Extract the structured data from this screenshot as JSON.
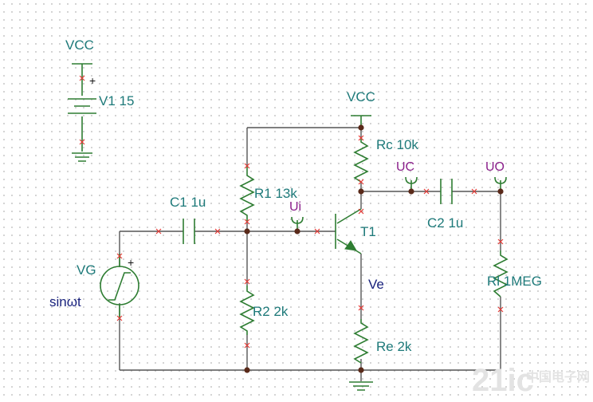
{
  "supply": {
    "label": "VCC",
    "source_name": "V1 15",
    "plus": "+"
  },
  "collector_supply": {
    "label": "VCC"
  },
  "components": {
    "rc": "Rc 10k",
    "r1": "R1 13k",
    "r2": "R2 2k",
    "re": "Re 2k",
    "c1": "C1 1u",
    "c2": "C2 1u",
    "rl": "Rl 1MEG",
    "t1": "T1"
  },
  "generator": {
    "name": "VG",
    "plus": "+",
    "signal": "sinωt"
  },
  "probes": {
    "ui": "Ui",
    "uc": "UC",
    "uo": "UO"
  },
  "nodes": {
    "ve": "Ve"
  },
  "watermark": {
    "brand": "21ic",
    "sub": "中国电子网"
  },
  "colors": {
    "component": "#2e7d32",
    "wire": "#555555",
    "pin_marker": "#e53935",
    "label": "#1e7a7a",
    "probe": "#8a1f8a",
    "node_label": "#1a237e"
  }
}
